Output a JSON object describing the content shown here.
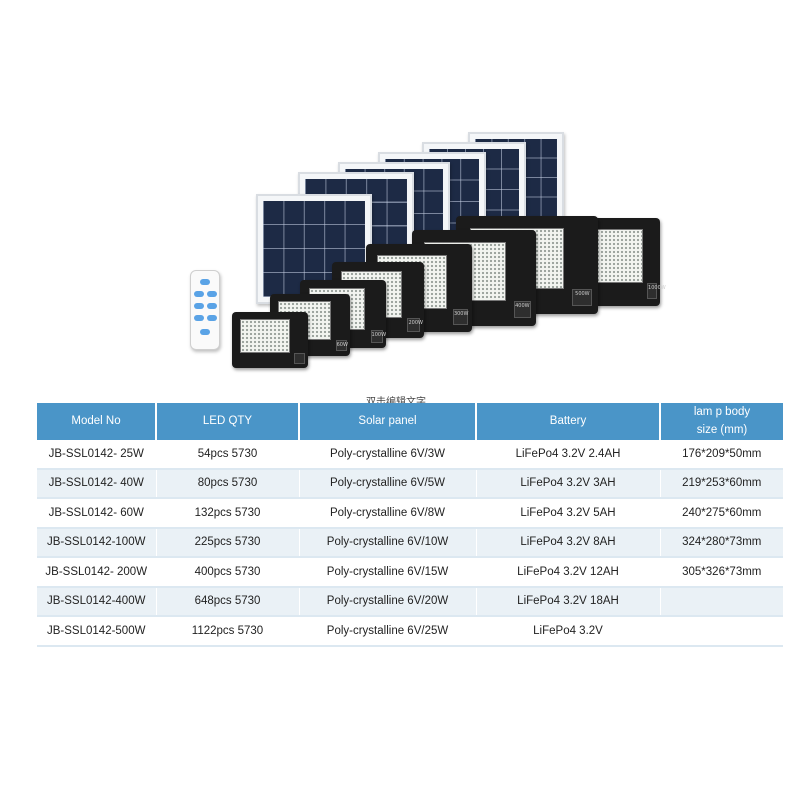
{
  "caption": "双击编辑文字",
  "table": {
    "headers": [
      "Model  No",
      "LED  QTY",
      "Solar  panel",
      "Battery",
      "lam p body\nsize (mm)"
    ],
    "rows": [
      [
        "JB-SSL0142- 25W",
        "54pcs 5730",
        "Poly-crystalline 6V/3W",
        "LiFePo4 3.2V 2.4AH",
        "176*209*50mm"
      ],
      [
        "JB-SSL0142- 40W",
        "80pcs 5730",
        "Poly-crystalline  6V/5W",
        "LiFePo4 3.2V 3AH",
        "219*253*60mm"
      ],
      [
        "JB-SSL0142- 60W",
        "132pcs 5730",
        "Poly-crystalline 6V/8W",
        "LiFePo4 3.2V 5AH",
        "240*275*60mm"
      ],
      [
        "JB-SSL0142-100W",
        "225pcs 5730",
        "Poly-crystalline 6V/10W",
        "LiFePo4 3.2V 8AH",
        "324*280*73mm"
      ],
      [
        "JB-SSL0142- 200W",
        "400pcs 5730",
        "Poly-crystalline 6V/15W",
        "LiFePo4 3.2V 12AH",
        "305*326*73mm"
      ],
      [
        "JB-SSL0142-400W",
        "648pcs 5730",
        "Poly-crystalline 6V/20W",
        "LiFePo4 3.2V 18AH",
        ""
      ],
      [
        "JB-SSL0142-500W",
        "1122pcs 5730",
        "Poly-crystalline 6V/25W",
        "LiFePo4 3.2V",
        ""
      ]
    ]
  },
  "lamps": [
    {
      "watt": ""
    },
    {
      "watt": "60W"
    },
    {
      "watt": "100W"
    },
    {
      "watt": "200W"
    },
    {
      "watt": "300W"
    },
    {
      "watt": "400W"
    },
    {
      "watt": "500W"
    },
    {
      "watt": "1000W"
    }
  ],
  "colors": {
    "header": "#4a95c8",
    "stripe": "#eaf1f6"
  }
}
